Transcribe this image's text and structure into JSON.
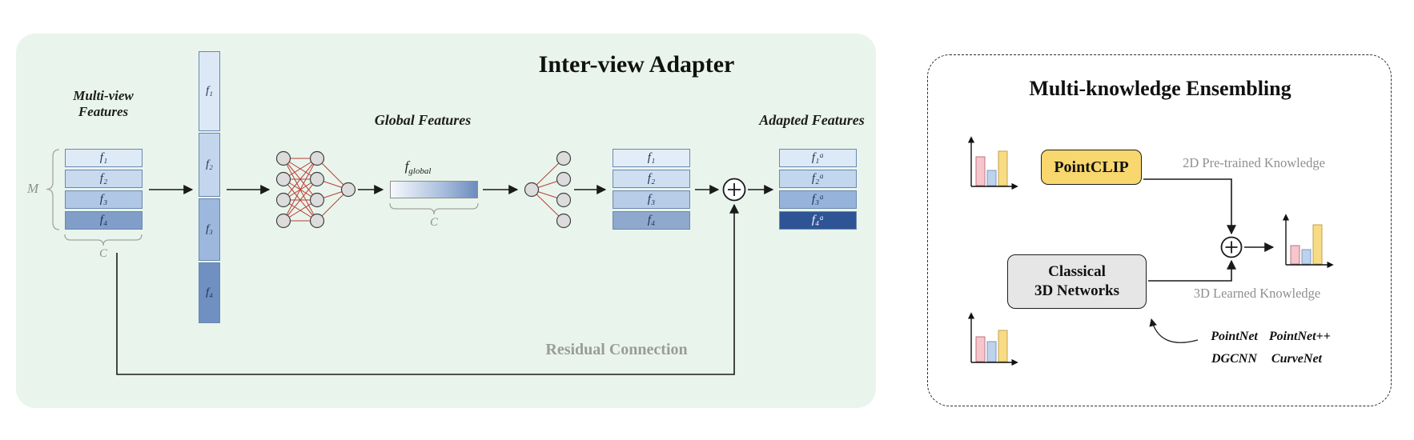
{
  "left_panel": {
    "title": "Inter-view Adapter",
    "multiview_features": {
      "line1": "Multi-view",
      "line2": "Features"
    },
    "m_label": "M",
    "c_label": "C",
    "input_stack": [
      "f₁",
      "f₂",
      "f₃",
      "f₄"
    ],
    "concat_column": [
      "f₁",
      "f₂",
      "f₃",
      "f₄"
    ],
    "global_features_label": "Global Features",
    "f_global": {
      "base": "f",
      "sub": "global"
    },
    "global_c_label": "C",
    "post_stack": [
      "f₁",
      "f₂",
      "f₃",
      "f₄"
    ],
    "adapted_features_label": "Adapted Features",
    "adapted_stack": [
      "f₁ᵃ",
      "f₂ᵃ",
      "f₃ᵃ",
      "f₄ᵃ"
    ],
    "residual_label": "Residual Connection"
  },
  "right_panel": {
    "title": "Multi-knowledge Ensembling",
    "pointclip_label": "PointCLIP",
    "knowledge_2d_label": "2D Pre-trained Knowledge",
    "classical_box": {
      "line1": "Classical",
      "line2": "3D Networks"
    },
    "knowledge_3d_label": "3D Learned Knowledge",
    "networks_row1": [
      "PointNet",
      "PointNet++"
    ],
    "networks_row2": [
      "DGCNN",
      "CurveNet"
    ]
  },
  "icons": {
    "sum": "⊕",
    "mini_bar_chart": "bar-chart",
    "mlp": "neural-network"
  },
  "colors": {
    "left_panel_bg": "#e9f5ec",
    "stack_blue_light": "#dfeaf7",
    "stack_blue_dark": "#809ec8",
    "adapted_dark_blue": "#2e5496",
    "pointclip_yellow": "#f8d76e",
    "classical_gray": "#e6e6e6",
    "nn_edge_red": "#b5342a",
    "bar_pink": "#f6c6cc",
    "bar_blue": "#bed2ec",
    "bar_yellow": "#f8dc85",
    "muted_gray_text": "#8f8f8f"
  }
}
